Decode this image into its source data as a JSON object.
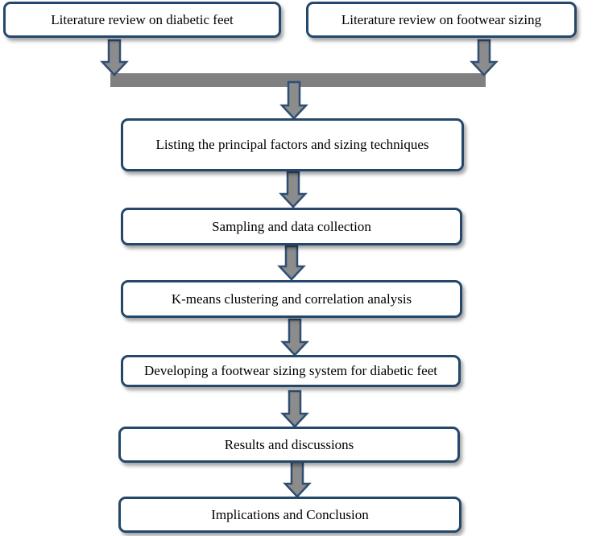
{
  "diagram": {
    "nodes": [
      {
        "id": "lit-diabetic",
        "label": "Literature review on diabetic feet"
      },
      {
        "id": "lit-footwear",
        "label": "Literature review on footwear sizing"
      },
      {
        "id": "principal-factors",
        "label": "Listing the principal factors and sizing techniques"
      },
      {
        "id": "sampling",
        "label": "Sampling and data collection"
      },
      {
        "id": "kmeans",
        "label": "K-means clustering and correlation analysis"
      },
      {
        "id": "developing",
        "label": "Developing a footwear sizing system for diabetic feet"
      },
      {
        "id": "results",
        "label": "Results and discussions"
      },
      {
        "id": "implications",
        "label": "Implications and Conclusion"
      }
    ],
    "edges": [
      {
        "from": "lit-diabetic",
        "to": "principal-factors"
      },
      {
        "from": "lit-footwear",
        "to": "principal-factors"
      },
      {
        "from": "principal-factors",
        "to": "sampling"
      },
      {
        "from": "sampling",
        "to": "kmeans"
      },
      {
        "from": "kmeans",
        "to": "developing"
      },
      {
        "from": "developing",
        "to": "results"
      },
      {
        "from": "results",
        "to": "implications"
      }
    ],
    "colors": {
      "box_border": "#24476b",
      "box_fill": "#ffffff",
      "arrow_fill": "#8c8c8c",
      "arrow_stroke": "#2f4f72",
      "merge_bar": "#808080"
    }
  }
}
